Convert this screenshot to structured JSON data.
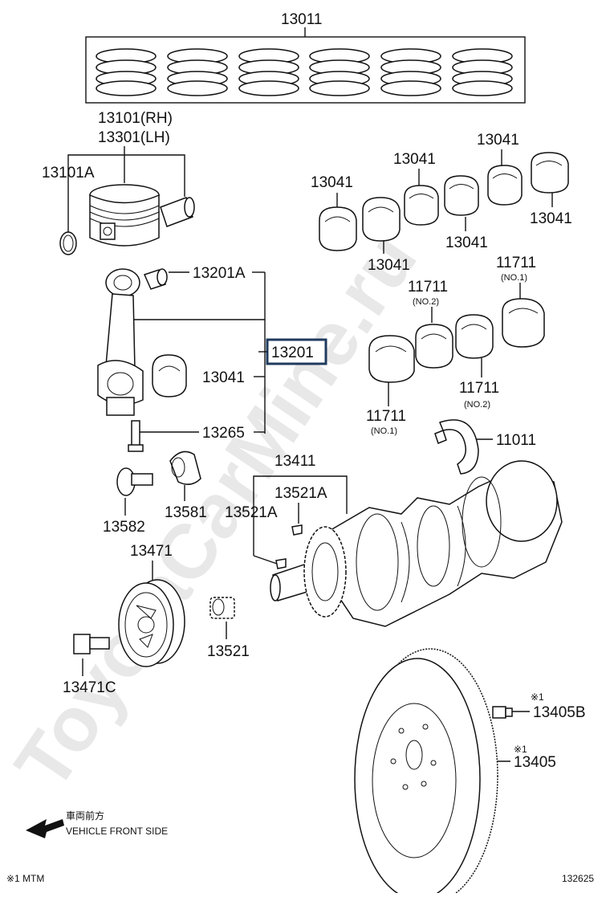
{
  "watermark": "ToyotaCarMine.ru",
  "figure_id": "132625",
  "footnote": "※1 MTM",
  "front_note": {
    "jp": "車両前方",
    "en": "VEHICLE FRONT SIDE"
  },
  "labels": {
    "p13011": "13011",
    "p13101rh": "13101(RH)",
    "p13301lh": "13301(LH)",
    "p13101a": "13101A",
    "p13201a": "13201A",
    "p13201": "13201",
    "p13041_conrod": "13041",
    "p13265": "13265",
    "p13582": "13582",
    "p13581": "13581",
    "p13471": "13471",
    "p13471c": "13471C",
    "p13521": "13521",
    "p13411": "13411",
    "p13521a_1": "13521A",
    "p13521a_2": "13521A",
    "p11011": "11011",
    "p13405b": "13405B",
    "p13405": "13405",
    "mark1a": "※1",
    "mark1b": "※1",
    "b13041_1": "13041",
    "b13041_2": "13041",
    "b13041_3": "13041",
    "b13041_4": "13041",
    "b13041_5": "13041",
    "b13041_6": "13041",
    "b11711_1": "11711",
    "b11711_1n": "(NO.1)",
    "b11711_2": "11711",
    "b11711_2n": "(NO.2)",
    "b11711_3": "11711",
    "b11711_3n": "(NO.2)",
    "b11711_4": "11711",
    "b11711_4n": "(NO.1)"
  }
}
